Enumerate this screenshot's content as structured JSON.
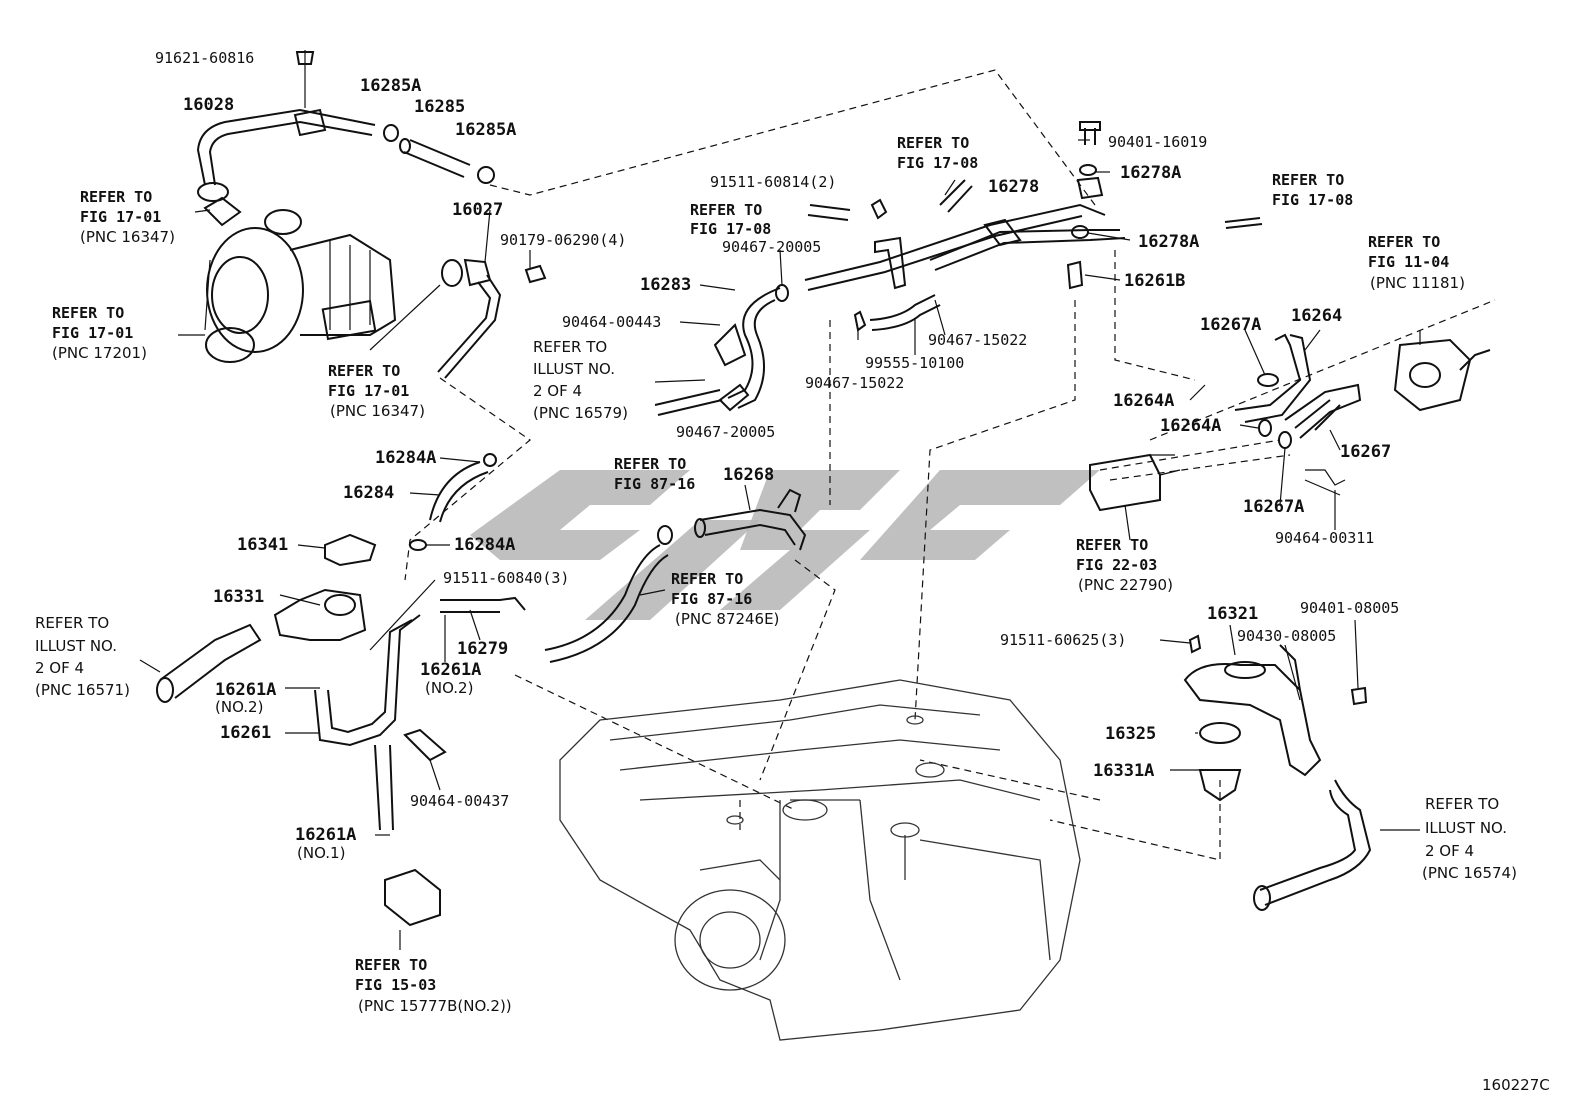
{
  "figure_code": "160227C",
  "parts": {
    "p91621": "91621-60816",
    "p16028": "16028",
    "p16285A_1": "16285A",
    "p16285": "16285",
    "p16285A_2": "16285A",
    "p16027": "16027",
    "p90179": "90179-06290(4)",
    "p91511_814": "91511-60814(2)",
    "p90467_20005_a": "90467-20005",
    "p16283": "16283",
    "p90464_443": "90464-00443",
    "p90467_20005_b": "90467-20005",
    "p16278": "16278",
    "p90401_16019": "90401-16019",
    "p16278A_1": "16278A",
    "p16278A_2": "16278A",
    "p16261B": "16261B",
    "p90467_15022_a": "90467-15022",
    "p99555": "99555-10100",
    "p90467_15022_b": "90467-15022",
    "p16267A_1": "16267A",
    "p16264": "16264",
    "p16264A_1": "16264A",
    "p16264A_2": "16264A",
    "p16267": "16267",
    "p16267A_2": "16267A",
    "p90464_311": "90464-00311",
    "p16284A_1": "16284A",
    "p16284": "16284",
    "p16284A_2": "16284A",
    "p16341": "16341",
    "p16331": "16331",
    "p91511_840": "91511-60840(3)",
    "p16268": "16268",
    "p16279": "16279",
    "p16261A_1": "16261A",
    "p16261A_1_sub": "(NO.2)",
    "p16261A_2": "16261A",
    "p16261A_2_sub": "(NO.2)",
    "p16261": "16261",
    "p90464_437": "90464-00437",
    "p16261A_3": "16261A",
    "p16261A_3_sub": "(NO.1)",
    "p16321": "16321",
    "p90401_08005": "90401-08005",
    "p91511_625": "91511-60625(3)",
    "p90430": "90430-08005",
    "p16325": "16325",
    "p16331A": "16331A"
  },
  "refs": {
    "r1": [
      "REFER TO",
      "FIG 17-01",
      "(PNC 16347)"
    ],
    "r2": [
      "REFER TO",
      "FIG 17-01",
      "(PNC 17201)"
    ],
    "r3": [
      "REFER TO",
      "FIG 17-01",
      "(PNC 16347)"
    ],
    "r4": [
      "REFER TO",
      "FIG 17-08"
    ],
    "r5": [
      "REFER TO",
      "FIG 17-08"
    ],
    "r6": [
      "REFER TO",
      "FIG 17-08"
    ],
    "r7": [
      "REFER TO",
      "ILLUST NO.",
      "2 OF 4",
      "(PNC 16579)"
    ],
    "r8": [
      "REFER TO",
      "FIG 11-04",
      "(PNC 11181)"
    ],
    "r9": [
      "REFER TO",
      "FIG 87-16"
    ],
    "r10": [
      "REFER TO",
      "FIG 87-16",
      "(PNC 87246E)"
    ],
    "r11": [
      "REFER TO",
      "FIG 22-03",
      "(PNC 22790)"
    ],
    "r12": [
      "REFER TO",
      "ILLUST NO.",
      "2 OF 4",
      "(PNC 16571)"
    ],
    "r13": [
      "REFER TO",
      "FIG 15-03",
      "(PNC 15777B(NO.2))"
    ],
    "r14": [
      "REFER TO",
      "ILLUST NO.",
      "2 OF 4",
      "(PNC 16574)"
    ]
  }
}
